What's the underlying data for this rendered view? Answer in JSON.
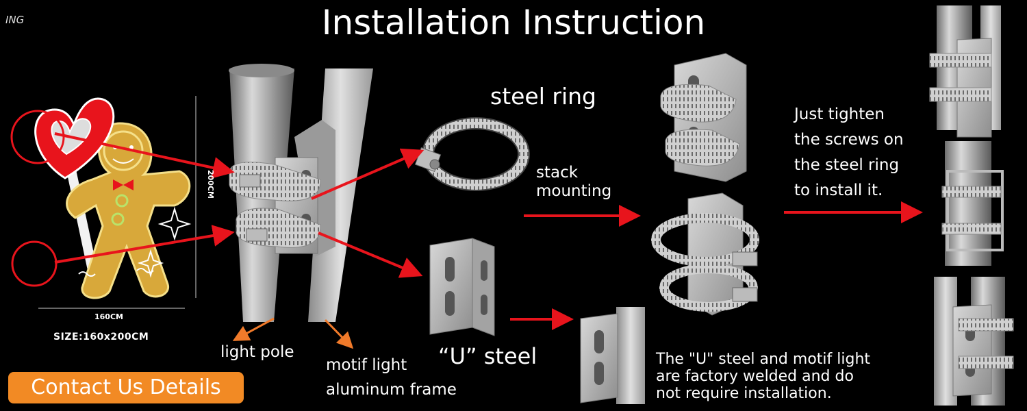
{
  "header": {
    "title": "Installation Instruction",
    "brand_text": "ING"
  },
  "product": {
    "width_label": "160CM",
    "height_label": "200CM",
    "size_label": "SIZE:160x200CM"
  },
  "labels": {
    "steel_ring": "steel ring",
    "stack_mounting": [
      "stack",
      "mounting"
    ],
    "tighten": [
      "Just tighten",
      "the screws on",
      "the steel ring",
      "to install it."
    ],
    "light_pole": "light pole",
    "motif_frame": [
      "motif light",
      "aluminum frame"
    ],
    "u_steel": "“U”  steel",
    "welded_note": [
      "The \"U\" steel and motif light",
      "are factory welded and do",
      "not require installation."
    ]
  },
  "contact": {
    "label": "Contact Us Details"
  },
  "colors": {
    "accent_red": "#e8141c",
    "orange_arrow": "#f07a2a",
    "contact_bg": "#f28a24",
    "metal": "#b9b9b9",
    "gold": "#d8a83a"
  },
  "icons": [
    "gingerbread-motif-illustration",
    "steel-ring-clamp",
    "u-steel-bracket"
  ]
}
